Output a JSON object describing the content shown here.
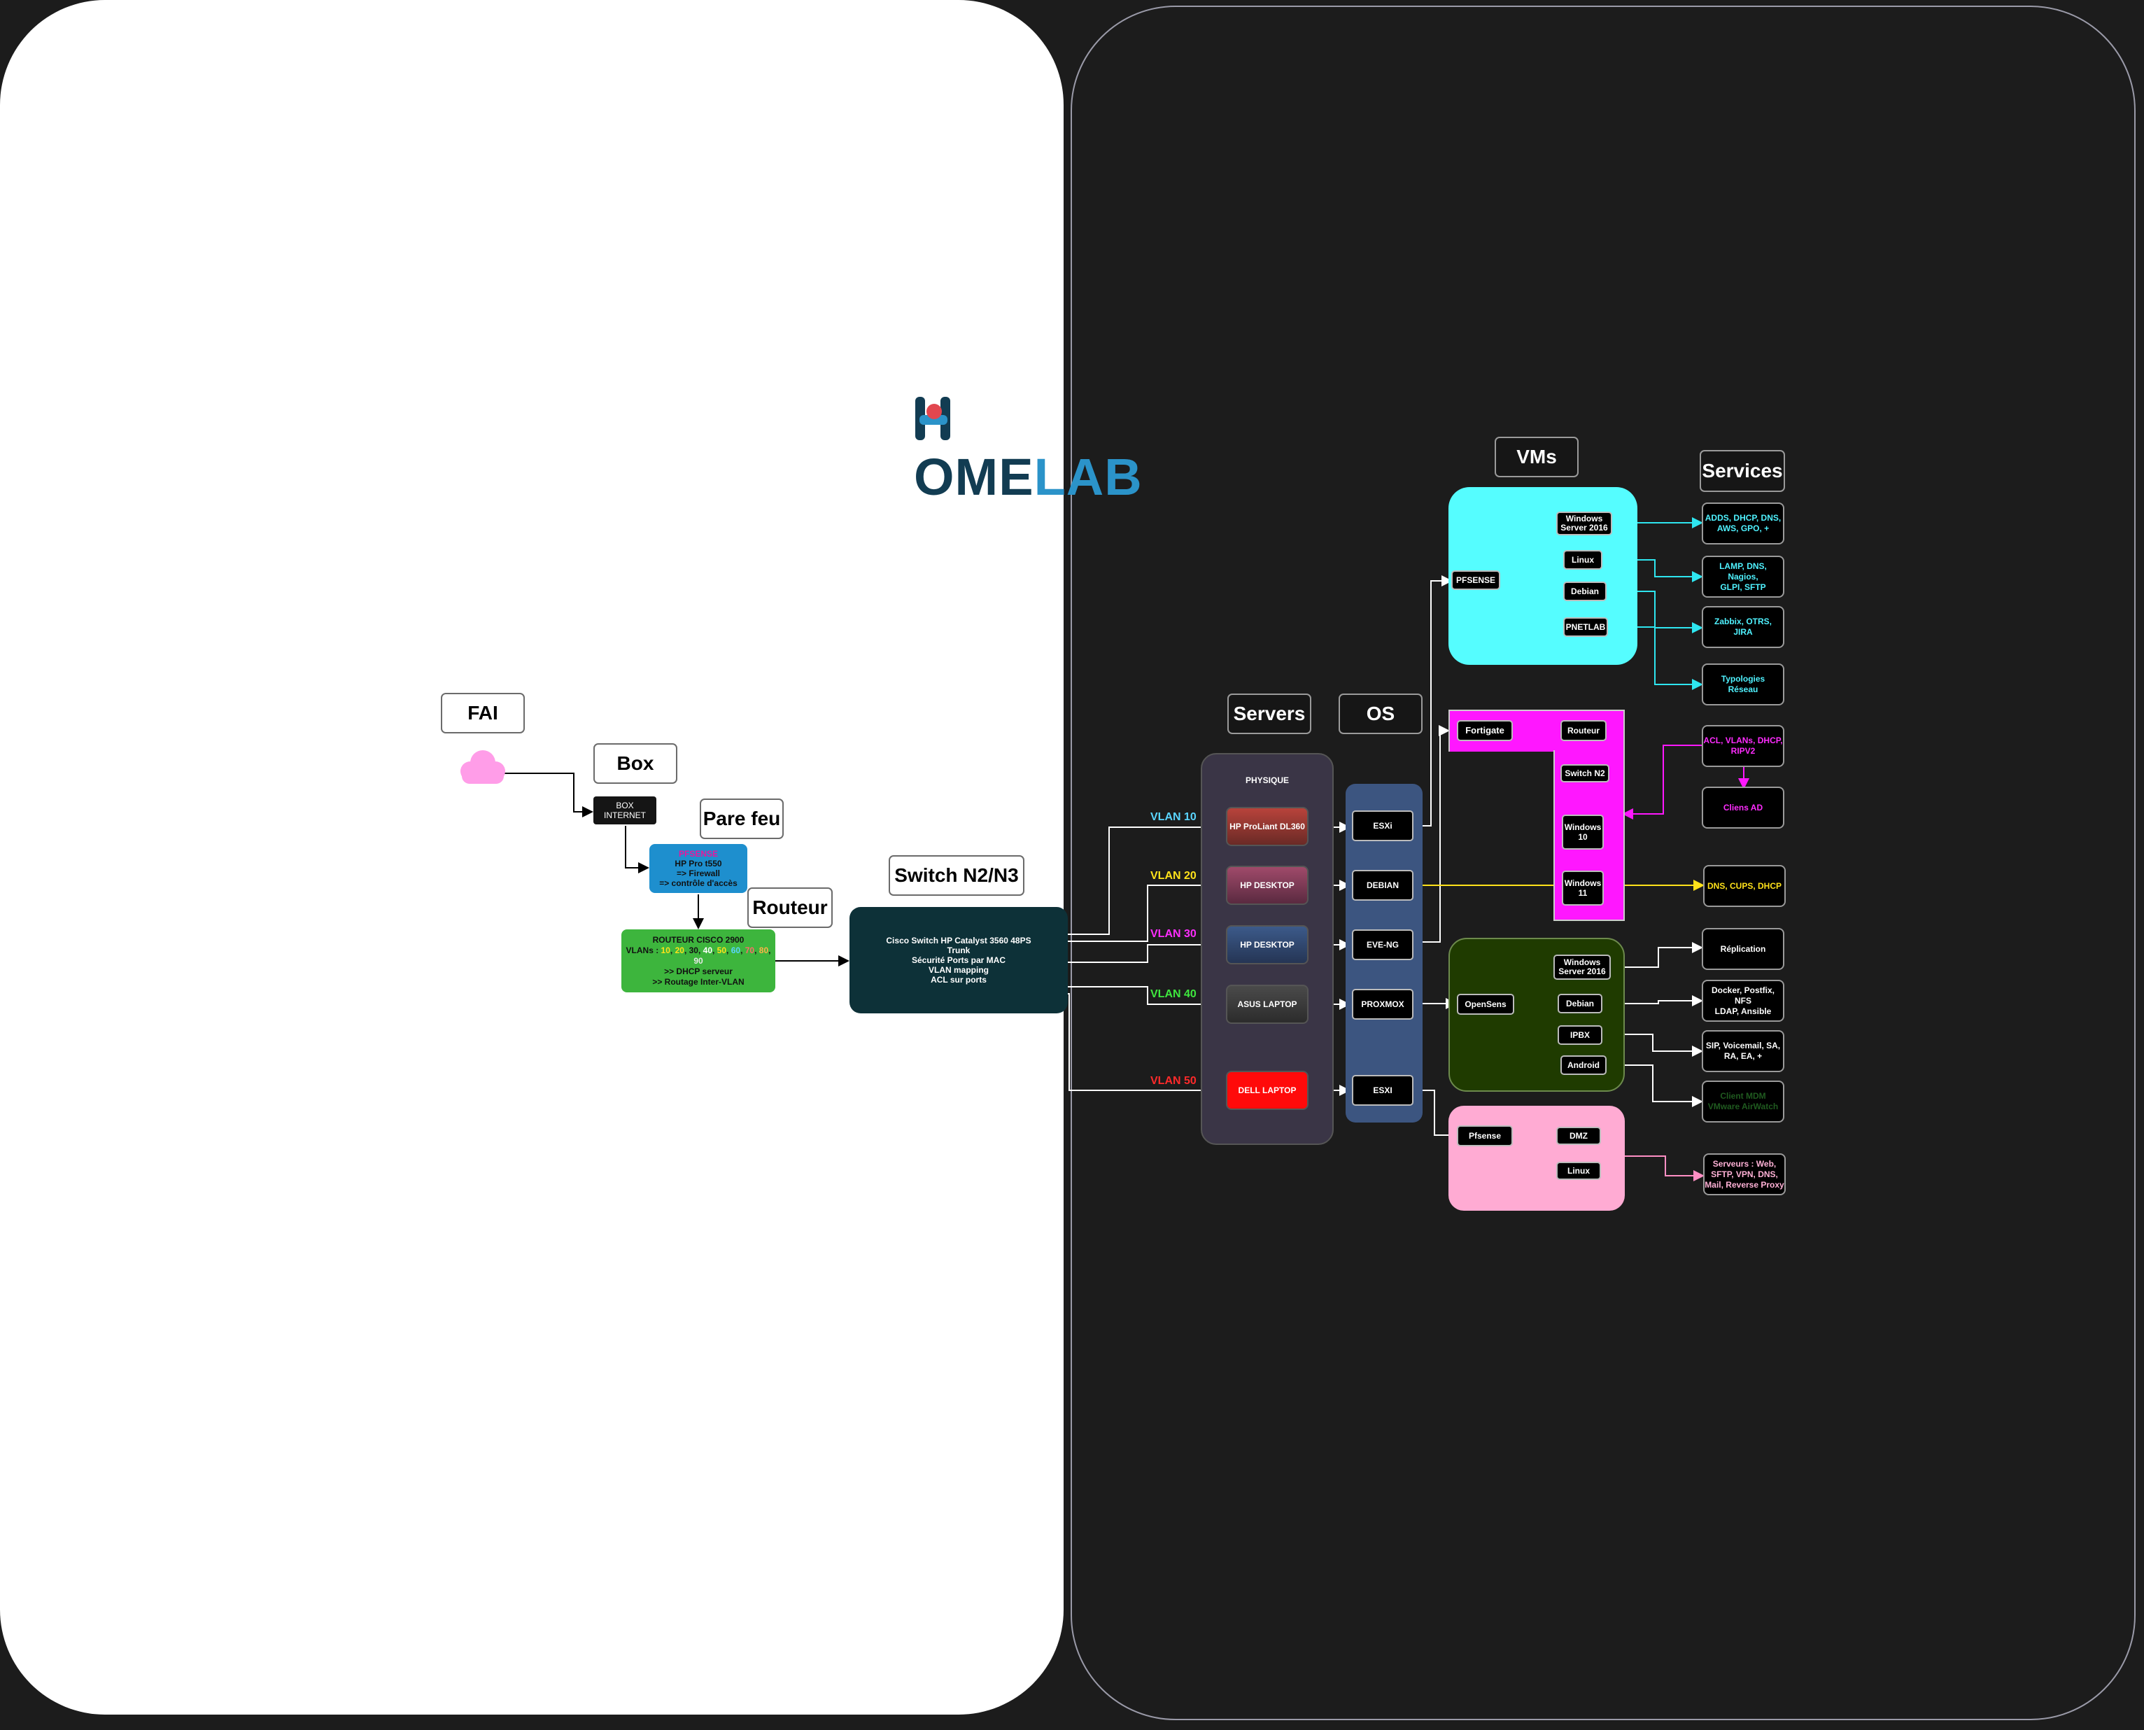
{
  "logo": {
    "text_dark": "OMELAB",
    "text_light": "LAB",
    "text_left": "OME"
  },
  "headers": {
    "fai": "FAI",
    "box": "Box",
    "parefeu": "Pare feu",
    "routeur": "Routeur",
    "switch": "Switch N2/N3",
    "servers": "Servers",
    "os": "OS",
    "vms": "VMs",
    "services": "Services"
  },
  "box_internet": [
    "BOX",
    "INTERNET"
  ],
  "firewall": {
    "title": "PFSENSE",
    "lines": [
      "HP Pro t550",
      "=> Firewall",
      "=> contrôle d'accès"
    ]
  },
  "router": {
    "title": "ROUTEUR CISCO 2900",
    "vlans_prefix": "VLANs :",
    "vlan_numbers": [
      "10",
      "20",
      "30",
      "40",
      "50",
      "60",
      "70",
      "80",
      "90"
    ],
    "lines": [
      ">> DHCP serveur",
      ">> Routage Inter-VLAN"
    ]
  },
  "switch_box": {
    "lines": [
      "Cisco  Switch HP Catalyst 3560 48PS",
      "Trunk",
      "Sécurité Ports par MAC",
      "VLAN mapping",
      "ACL sur ports"
    ]
  },
  "vlans": [
    {
      "label": "VLAN 10",
      "color": "#5ad5ff"
    },
    {
      "label": "VLAN 20",
      "color": "#ffe21a"
    },
    {
      "label": "VLAN 30",
      "color": "#ff2cff"
    },
    {
      "label": "VLAN 40",
      "color": "#3ee83e"
    },
    {
      "label": "VLAN 50",
      "color": "#ff2a2a"
    }
  ],
  "physique": {
    "title": "PHYSIQUE",
    "servers": [
      "HP ProLiant DL360",
      "HP DESKTOP",
      "HP DESKTOP",
      "ASUS LAPTOP",
      "DELL LAPTOP"
    ]
  },
  "os": [
    "ESXi",
    "DEBIAN",
    "EVE-NG",
    "PROXMOX",
    "ESXI"
  ],
  "cyan_group": {
    "entry": "PFSENSE",
    "vms": [
      [
        "Windows",
        "Server 2016"
      ],
      [
        "Linux"
      ],
      [
        "Debian"
      ],
      [
        "PNETLAB"
      ]
    ]
  },
  "magenta_group": {
    "entry": "Fortigate",
    "nodes": [
      [
        "Routeur"
      ],
      [
        "Switch N2"
      ],
      [
        "Windows",
        "10"
      ],
      [
        "Windows",
        "11"
      ]
    ]
  },
  "green_group": {
    "entry": "OpenSens",
    "vms": [
      [
        "Windows",
        "Server 2016"
      ],
      [
        "Debian"
      ],
      [
        "IPBX"
      ],
      [
        "Android"
      ]
    ]
  },
  "pink_group": {
    "entry": "Pfsense",
    "nodes": [
      [
        "DMZ"
      ],
      [
        "Linux"
      ]
    ]
  },
  "services": [
    {
      "lines": [
        "ADDS, DHCP, DNS,",
        "AWS, GPO, +"
      ],
      "color": "#4ff2ff"
    },
    {
      "lines": [
        "LAMP, DNS, Nagios,",
        "GLPI, SFTP"
      ],
      "color": "#4ff2ff"
    },
    {
      "lines": [
        "Zabbix, OTRS,",
        "JIRA"
      ],
      "color": "#4ff2ff"
    },
    {
      "lines": [
        "Typologies",
        "Réseau"
      ],
      "color": "#4ff2ff"
    },
    {
      "lines": [
        "ACL, VLANs, DHCP,",
        "RIPV2"
      ],
      "color": "#ff2cff"
    },
    {
      "lines": [
        "Cliens AD"
      ],
      "color": "#ff2cff"
    },
    {
      "lines": [
        "DNS, CUPS, DHCP"
      ],
      "color": "#ffe21a"
    },
    {
      "lines": [
        "Réplication"
      ],
      "color": "#ffffff"
    },
    {
      "lines": [
        "Docker, Postfix, NFS",
        "LDAP, Ansible"
      ],
      "color": "#ffffff"
    },
    {
      "lines": [
        "SIP, Voicemail, SA,",
        "RA, EA, +"
      ],
      "color": "#ffffff"
    },
    {
      "lines": [
        "Client MDM",
        "VMware AirWatch"
      ],
      "color": "#1f5a1f"
    },
    {
      "lines": [
        "Serveurs : Web,",
        "SFTP, VPN, DNS,",
        "Mail, Reverse Proxy"
      ],
      "color": "#ffb1d6"
    }
  ],
  "colors": {
    "cyan": "#55fdff",
    "magenta": "#ff17ff",
    "olive": "#1f3b00",
    "pink": "#ffabd3",
    "router_green": "#3db53d",
    "firewall_blue": "#1e8fce",
    "switch_teal": "#0d3138"
  }
}
